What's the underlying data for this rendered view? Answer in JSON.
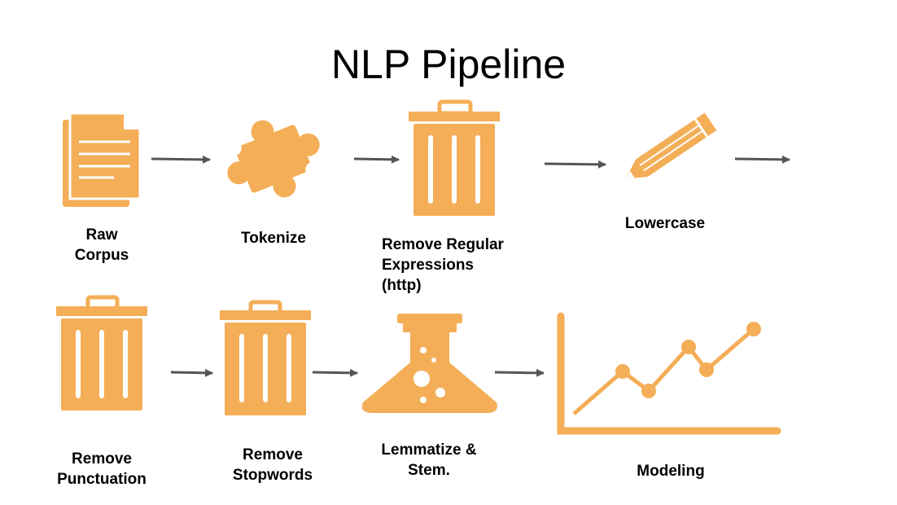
{
  "title": "NLP Pipeline",
  "colors": {
    "icon": "#F4AE57",
    "arrow": "#555555",
    "text": "#000000"
  },
  "steps": [
    {
      "label": "Raw\nCorpus",
      "icon": "document-icon"
    },
    {
      "label": "Tokenize",
      "icon": "puzzle-icon"
    },
    {
      "label": "Remove Regular\nExpressions\n(http)",
      "icon": "trash-icon"
    },
    {
      "label": "Lowercase",
      "icon": "pencil-icon"
    },
    {
      "label": "Remove\nPunctuation",
      "icon": "trash-icon"
    },
    {
      "label": "Remove\nStopwords",
      "icon": "trash-icon"
    },
    {
      "label": "Lemmatize &\nStem.",
      "icon": "flask-icon"
    },
    {
      "label": "Modeling",
      "icon": "line-chart-icon"
    }
  ]
}
